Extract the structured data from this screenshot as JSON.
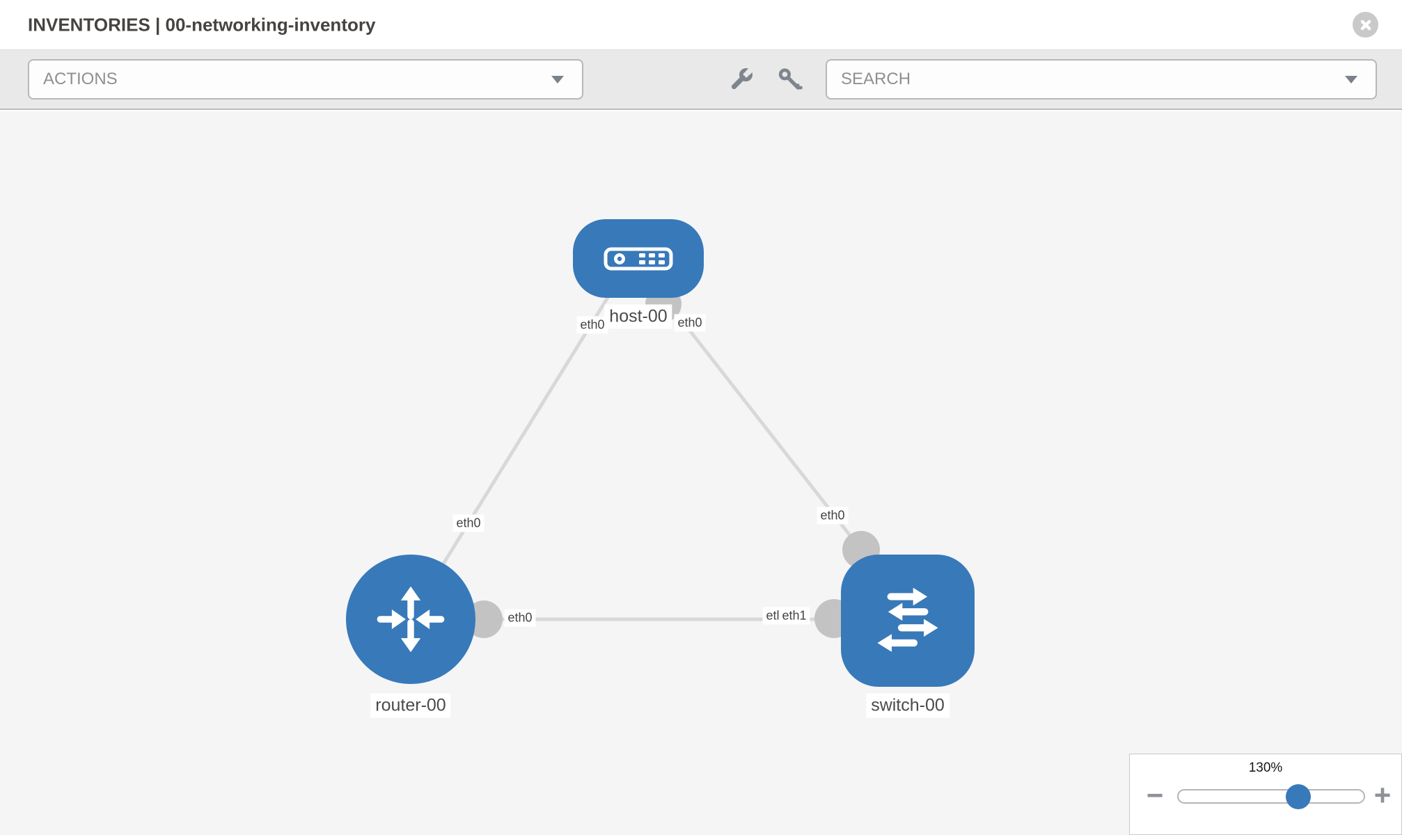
{
  "header": {
    "title": "INVENTORIES | 00-networking-inventory"
  },
  "toolbar": {
    "actions_label": "ACTIONS",
    "search_label": "SEARCH"
  },
  "topology": {
    "nodes": [
      {
        "id": "host-00",
        "type": "host",
        "label": "host-00"
      },
      {
        "id": "router-00",
        "type": "router",
        "label": "router-00"
      },
      {
        "id": "switch-00",
        "type": "switch",
        "label": "switch-00"
      }
    ],
    "links": [
      {
        "from": "host-00",
        "to": "router-00",
        "from_interface": "eth0",
        "to_interface": "eth0"
      },
      {
        "from": "host-00",
        "to": "switch-00",
        "from_interface": "eth0",
        "to_interface": "eth0"
      },
      {
        "from": "router-00",
        "to": "switch-00",
        "from_interface": "eth0",
        "to_interface": "eth1"
      }
    ],
    "interface_labels": [
      {
        "text": "eth0"
      },
      {
        "text": "eth0"
      },
      {
        "text": "eth0"
      },
      {
        "text": "eth0"
      },
      {
        "text": "eth0"
      },
      {
        "text": "eth0"
      },
      {
        "text": "eth1"
      }
    ]
  },
  "zoom_control": {
    "level": "130%",
    "minus_glyph": "−",
    "plus_glyph": "+"
  },
  "colors": {
    "node_blue": "#3879b9",
    "link_gray": "#d8d8d8",
    "interface_gray": "#c3c3c3"
  }
}
